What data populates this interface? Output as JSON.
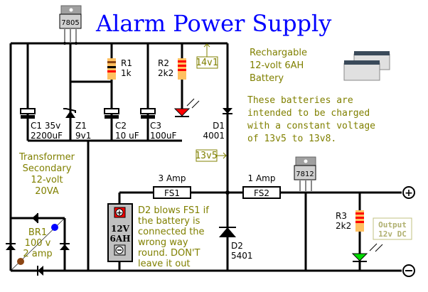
{
  "title": "Alarm Power Supply",
  "colors": {
    "title": "#0000ff",
    "annotation": "#808000",
    "wire": "#000000",
    "led_warning": "#ff0000",
    "led_output": "#00cc00",
    "resistor_body": "#ffc060"
  },
  "regulators": {
    "u1": "7805",
    "u2": "7812"
  },
  "components": {
    "r1": {
      "name": "R1",
      "value": "1k"
    },
    "r2": {
      "name": "R2",
      "value": "2k2"
    },
    "r3": {
      "name": "R3",
      "value": "2k2"
    },
    "c1": {
      "name": "C1 35v",
      "value": "2200uF"
    },
    "c2": {
      "name": "C2",
      "value": "10 uF"
    },
    "c3": {
      "name": "C3",
      "value": "100uF"
    },
    "z1": {
      "name": "Z1",
      "value": "9v1"
    },
    "d1": {
      "name": "D1",
      "value": "4001"
    },
    "d2": {
      "name": "D2",
      "value": "5401"
    },
    "br1": {
      "name": "BR1",
      "rating_v": "100 v",
      "rating_a": "2 amp"
    },
    "fs1": {
      "name": "FS1",
      "rating": "3 Amp"
    },
    "fs2": {
      "name": "FS2",
      "rating": "1 Amp"
    },
    "battery": {
      "voltage": "12V",
      "capacity": "6AH"
    }
  },
  "voltage_tags": {
    "top": "14v1",
    "mid": "13v5"
  },
  "notes": {
    "battery_title": [
      "Rechargable",
      "12-volt 6AH",
      "Battery"
    ],
    "charging": [
      "These batteries are",
      "intended to be charged",
      "with a constant voltage",
      "of 13v5 to 13v8."
    ],
    "transformer": [
      "Transformer",
      "Secondary",
      "12-volt",
      "20VA"
    ],
    "d2_warning": [
      "D2 blows FS1 if",
      "the battery is",
      "connected the",
      "wrong way",
      "round.  DON'T",
      "leave it out"
    ],
    "output": [
      "Output",
      "12v DC"
    ]
  },
  "terminals": {
    "positive": "+",
    "negative": "−"
  }
}
